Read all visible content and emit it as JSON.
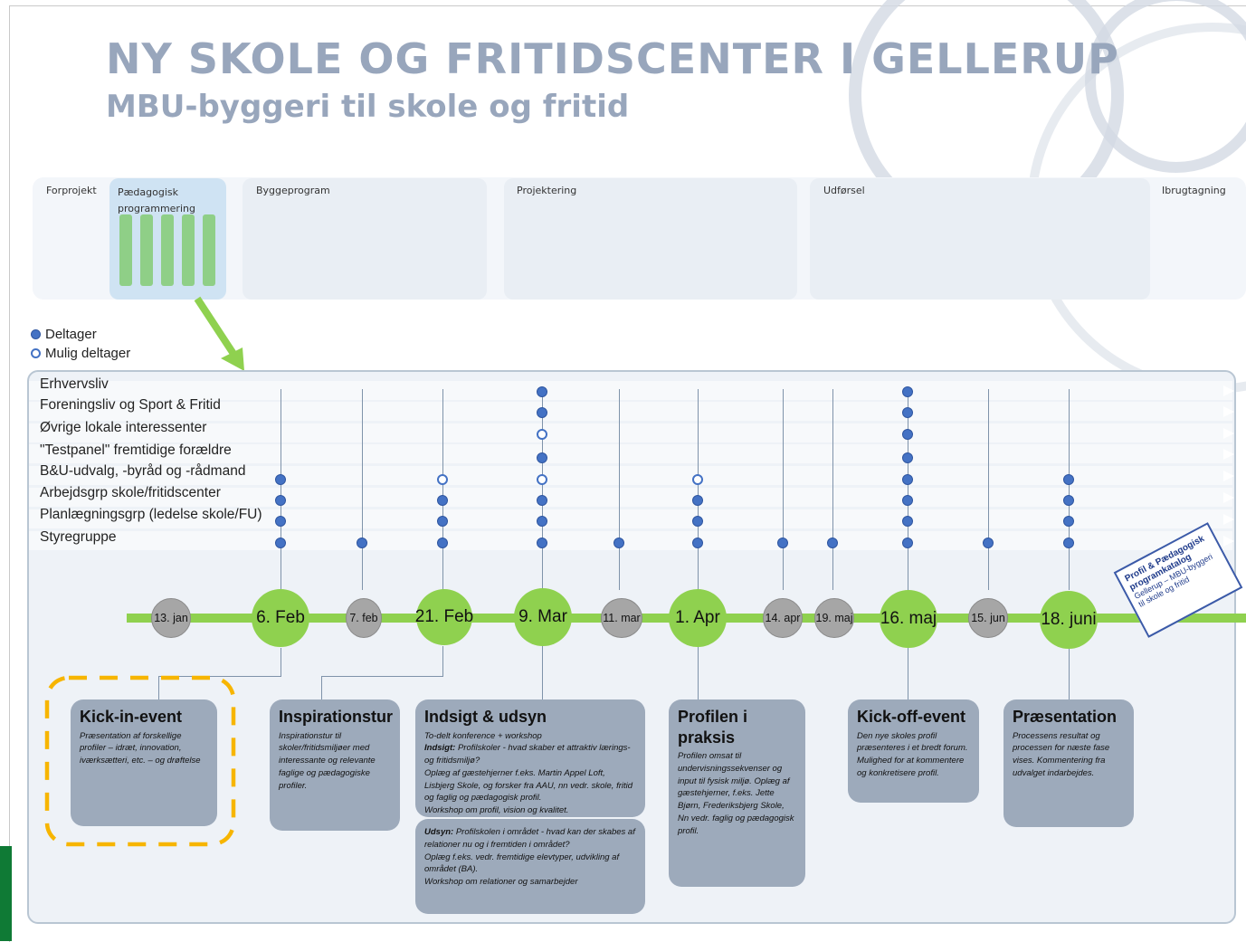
{
  "header": {
    "title": "NY SKOLE OG FRITIDSCENTER I GELLERUP",
    "subtitle": "MBU-byggeri til skole og fritid"
  },
  "phases": [
    {
      "label": "Forprojekt"
    },
    {
      "label": "Pædagogisk programmering"
    },
    {
      "label": "Byggeprogram"
    },
    {
      "label": "Projektering"
    },
    {
      "label": "Udførsel"
    },
    {
      "label": "Ibrugtagning"
    }
  ],
  "legend": {
    "participant": "Deltager",
    "possible": "Mulig deltager"
  },
  "rows": [
    "Erhvervsliv",
    "Foreningsliv og Sport & Fritid",
    "Øvrige lokale interessenter",
    "\"Testpanel\" fremtidige forældre",
    "B&U-udvalg, -byråd og -rådmand",
    "Arbejdsgrp skole/fritidscenter",
    "Planlægningsgrp (ledelse skole/FU)",
    "Styregruppe"
  ],
  "events": [
    {
      "label": "13. jan",
      "kind": "small"
    },
    {
      "label": "6. Feb",
      "kind": "big"
    },
    {
      "label": "7. feb",
      "kind": "small"
    },
    {
      "label": "21. Feb",
      "kind": "big"
    },
    {
      "label": "9. Mar",
      "kind": "big"
    },
    {
      "label": "11. mar",
      "kind": "small"
    },
    {
      "label": "1. Apr",
      "kind": "big"
    },
    {
      "label": "14. apr",
      "kind": "small"
    },
    {
      "label": "19. maj",
      "kind": "small"
    },
    {
      "label": "16. maj",
      "kind": "big"
    },
    {
      "label": "15. jun",
      "kind": "small"
    },
    {
      "label": "18. juni",
      "kind": "big"
    }
  ],
  "participation": [
    {
      "event": "6. Feb",
      "styregruppe": "filled",
      "planlaegning": "filled",
      "arbejdsgrp": "filled",
      "bu": "filled"
    },
    {
      "event": "7. feb",
      "styregruppe": "filled"
    },
    {
      "event": "21. Feb",
      "styregruppe": "filled",
      "planlaegning": "filled",
      "arbejdsgrp": "filled",
      "bu": "hollow"
    },
    {
      "event": "9. Mar",
      "styregruppe": "filled",
      "planlaegning": "filled",
      "arbejdsgrp": "filled",
      "bu": "hollow",
      "testpanel": "filled",
      "oevrige": "hollow",
      "foreningsliv": "filled",
      "erhvervsliv": "filled"
    },
    {
      "event": "11. mar",
      "styregruppe": "filled"
    },
    {
      "event": "1. Apr",
      "styregruppe": "filled",
      "planlaegning": "filled",
      "arbejdsgrp": "filled",
      "bu": "hollow"
    },
    {
      "event": "14. apr",
      "styregruppe": "filled"
    },
    {
      "event": "19. maj",
      "styregruppe": "filled"
    },
    {
      "event": "16. maj",
      "styregruppe": "filled",
      "planlaegning": "filled",
      "arbejdsgrp": "filled",
      "bu": "filled",
      "testpanel": "filled",
      "oevrige": "filled",
      "foreningsliv": "filled",
      "erhvervsliv": "filled"
    },
    {
      "event": "15. jun",
      "styregruppe": "filled"
    },
    {
      "event": "18. juni",
      "styregruppe": "filled",
      "planlaegning": "filled",
      "arbejdsgrp": "filled",
      "bu": "filled"
    }
  ],
  "cards": {
    "kickin": {
      "title": "Kick-in-event",
      "body": "Præsentation af forskellige profiler – idræt, innovation, iværksætteri, etc. – og drøftelse"
    },
    "inspiration": {
      "title": "Inspirationstur",
      "body": "Inspirationstur til skoler/fritidsmiljøer med interessante og relevante faglige og pædagogiske profiler."
    },
    "indsigt": {
      "title": "Indsigt & udsyn",
      "body1": "To-delt konference + workshop",
      "body2_label": "Indsigt:",
      "body2": " Profilskoler - hvad skaber et attraktiv lærings- og fritidsmiljø?",
      "body3": "Oplæg af gæstehjerner f.eks. Martin Appel Loft, Lisbjerg Skole, og forsker fra AAU, nn vedr. skole, fritid og faglig og pædagogisk profil.",
      "body4": "Workshop om profil, vision og kvalitet."
    },
    "udsyn": {
      "label": "Udsyn:",
      "body1": " Profilskolen i området - hvad kan der skabes af relationer nu og i fremtiden i området?",
      "body2": "Oplæg f.eks. vedr. fremtidige elevtyper, udvikling af området (BA).",
      "body3": "Workshop om relationer og samarbejder"
    },
    "profilen": {
      "title": "Profilen i praksis",
      "body": "Profilen omsat til undervisningssekvenser og input til fysisk miljø. Oplæg af gæstehjerner, f.eks. Jette Bjørn, Frederiksbjerg Skole, Nn vedr. faglig og pædagogisk profil."
    },
    "kickoff": {
      "title": "Kick-off-event",
      "body": "Den nye skoles profil præsenteres i et bredt forum. Mulighed for at kommentere og konkretisere profil."
    },
    "praesentation": {
      "title": "Præsentation",
      "body": "Processens resultat og processen for næste fase vises. Kommentering fra udvalget indarbejdes."
    }
  },
  "catalog": {
    "title": "Profil & Pædagogisk programkatalog",
    "sub": "Gellerup – MBU-byggeri til skole og fritid"
  },
  "colors": {
    "title": "#98a6bc",
    "timeline": "#8fd14f",
    "dot": "#4472c4",
    "card": "#9daabb",
    "highlight": "#f7b500"
  }
}
